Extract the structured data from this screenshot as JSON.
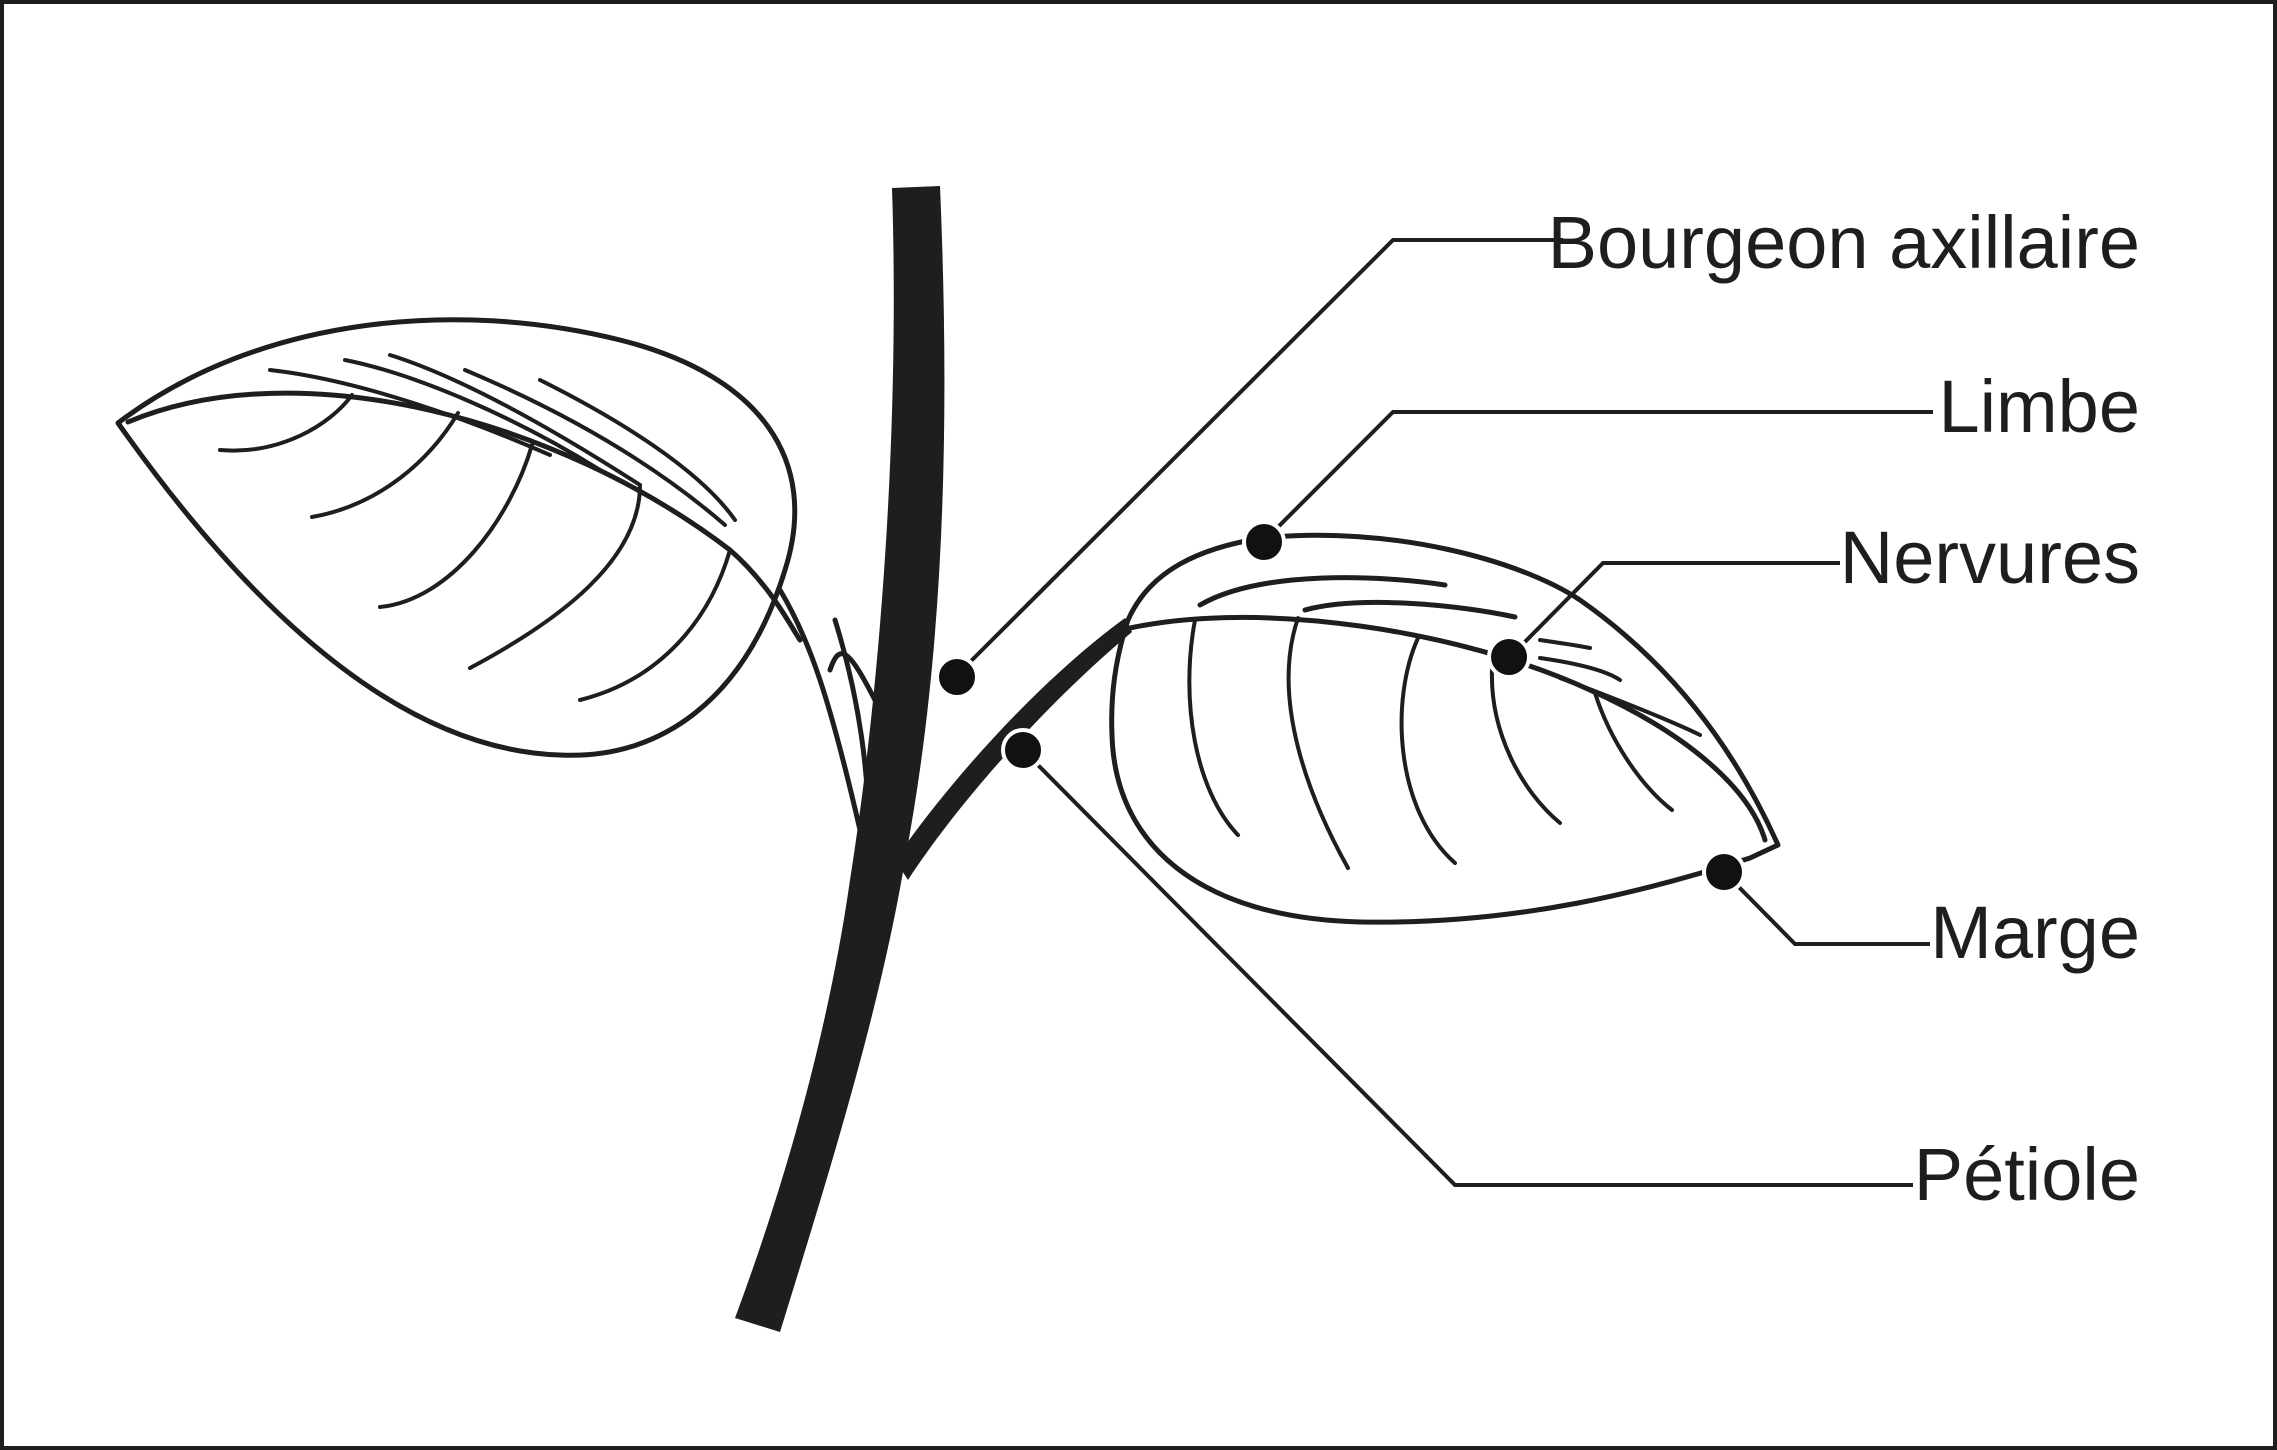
{
  "diagram": {
    "subject": "plant-leaf-anatomy",
    "colors": {
      "ink": "#1e1e1e",
      "background": "#ffffff"
    },
    "labels": {
      "axillary_bud": "Bourgeon axillaire",
      "blade": "Limbe",
      "veins": "Nervures",
      "margin": "Marge",
      "petiole": "Pétiole"
    }
  }
}
